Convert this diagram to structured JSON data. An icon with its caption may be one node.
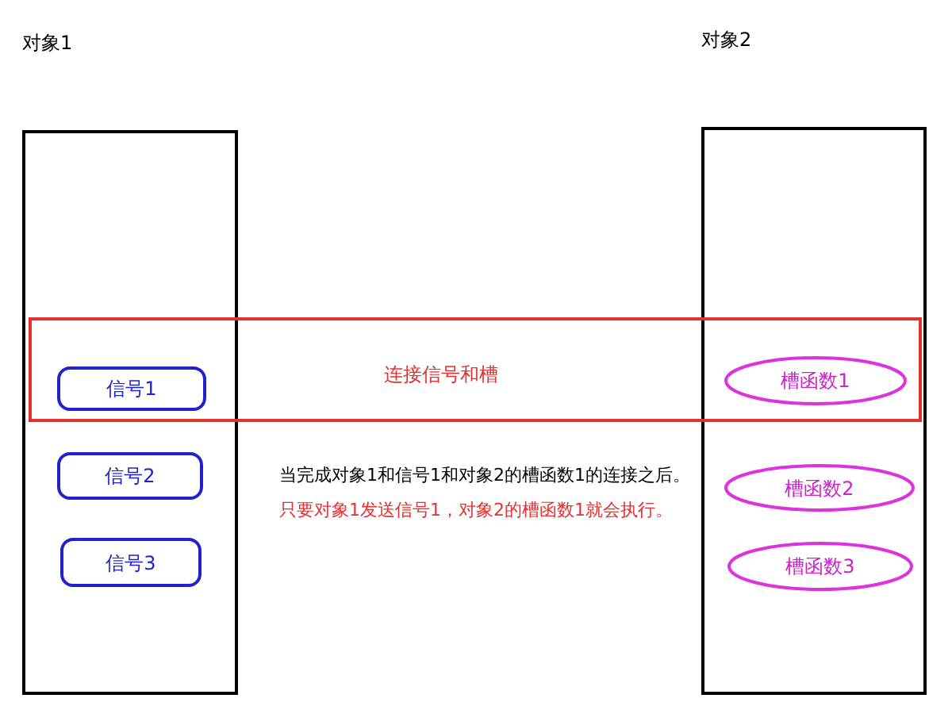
{
  "diagram": {
    "nodes": [
      {
        "text": [
          "对象1"
        ]
      },
      {
        "text": [
          "信号1"
        ]
      },
      {
        "text": [
          "信号2"
        ],
        "in": 0
      },
      {
        "text": [
          "信号3"
        ],
        "in": 0
      },
      {
        "text": [
          "连接信号和槽"
        ]
      },
      {
        "text": [
          "对象2"
        ]
      },
      {
        "text": [
          "槽函数1"
        ]
      },
      {
        "text": [
          "槽函数2"
        ],
        "in": 5
      },
      {
        "text": [
          "槽函数3"
        ],
        "in": 5
      }
    ],
    "labels": [
      "当完成对象1和信号1和对象2的槽函数1的连接之后。",
      "只要对象1发送信号1，对象2的槽函数1就会执行。"
    ]
  }
}
